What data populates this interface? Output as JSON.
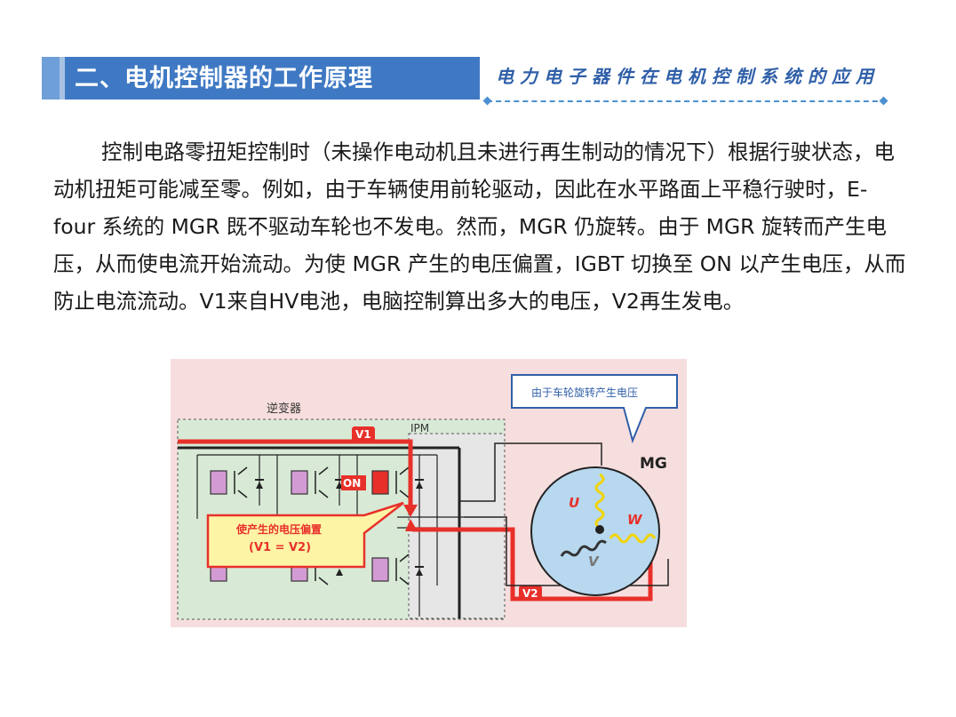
{
  "header": {
    "title": "二、电机控制器的工作原理",
    "subtitle": "电力电子器件在电机控制系统的应用"
  },
  "body": {
    "paragraph": "控制电路零扭矩控制时（未操作电动机且未进行再生制动的情况下）根据行驶状态，电动机扭矩可能减至零。例如，由于车辆使用前轮驱动，因此在水平路面上平稳行驶时，E-four 系统的 MGR 既不驱动车轮也不发电。然而，MGR 仍旋转。由于 MGR 旋转而产生电压，从而使电流开始流动。为使 MGR 产生的电压偏置，IGBT 切换至 ON 以产生电压，从而防止电流流动。V1来自HV电池，电脑控制算出多大的电压，V2再生发电。"
  },
  "figure": {
    "inverter_label": "逆变器",
    "ipm_label": "IPM",
    "v1_label": "V1",
    "v2_label": "V2",
    "on_label": "ON",
    "callout_top": "由于车轮旋转产生电压",
    "callout_bias_line1": "使产生的电压偏置",
    "callout_bias_line2": "(V1 = V2)",
    "mg_label": "MG",
    "u_label": "U",
    "v_label": "V",
    "w_label": "W",
    "colors": {
      "background": "#f7dede",
      "inverter_fill": "#d8ead6",
      "ipm_fill": "#eeeeee",
      "current_red": "#e8302a",
      "motor_fill": "#b7d8ef",
      "coil_yellow": "#f2d400"
    }
  }
}
